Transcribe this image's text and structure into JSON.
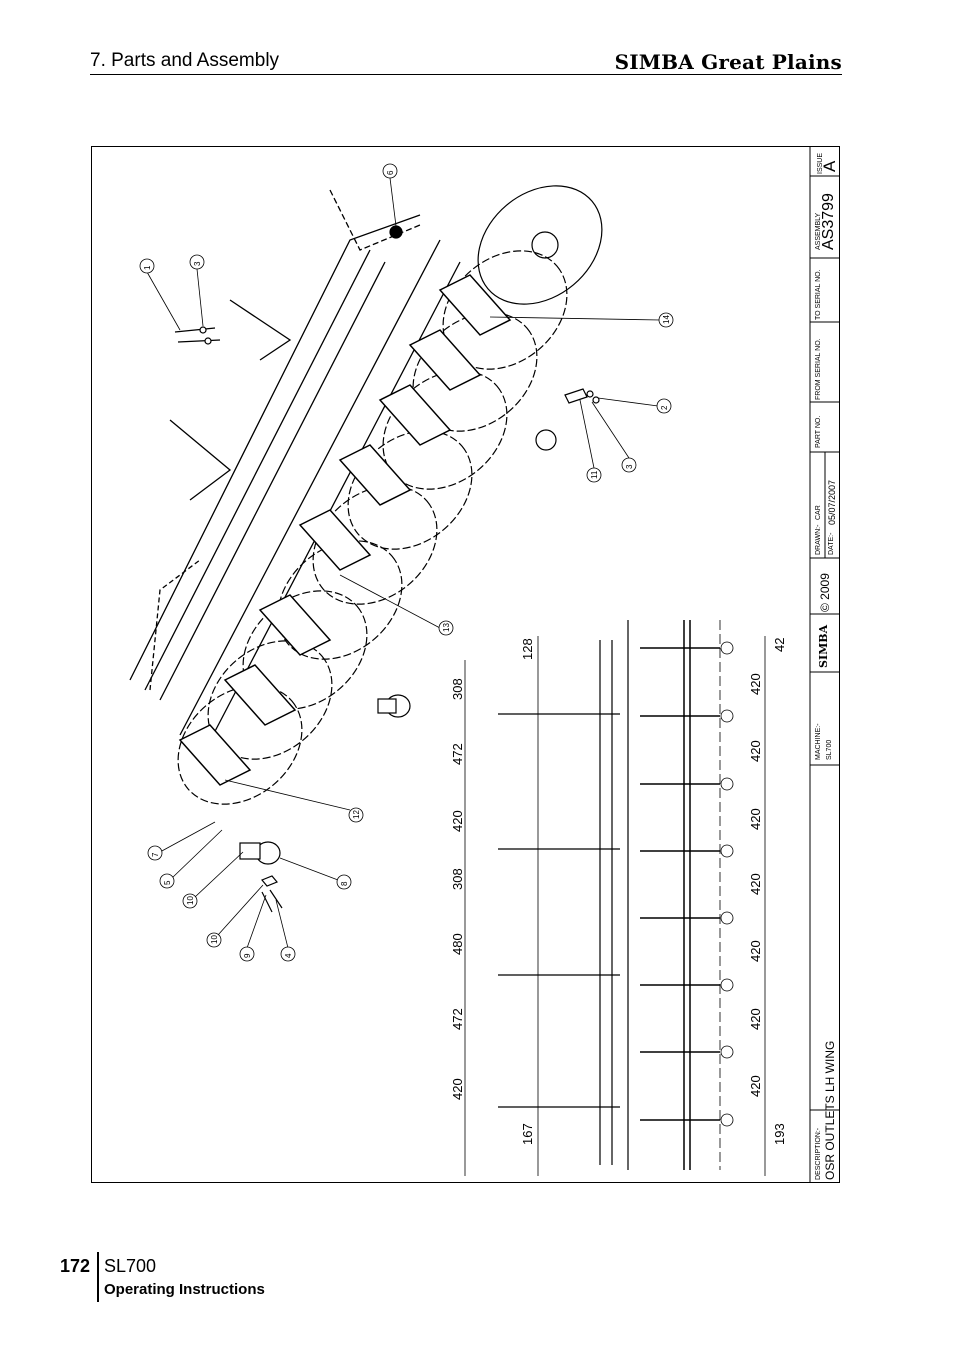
{
  "header": {
    "section": "7. Parts and Assembly",
    "brand": "SIMBA Great Plains"
  },
  "title_block": {
    "issue_label": "ISSUE",
    "issue": "A",
    "assembly_label": "ASSEMBLY",
    "assembly": "AS3799",
    "to_serial_label": "TO SERIAL NO.",
    "from_serial_label": "FROM SERIAL NO.",
    "part_no_label": "PART NO.",
    "drawn_label": "DRAWN:-",
    "drawn": "CAR",
    "date_label": "DATE:-",
    "date": "05/07/2007",
    "copyright": "© 2009",
    "logo_text": "SIMBA",
    "machine_label": "MACHINE:-",
    "machine": "SL700",
    "description_label": "DESCRIPTION:-",
    "description": "OSR OUTLETS LH WING"
  },
  "balloons": [
    "1",
    "2",
    "3",
    "3",
    "4",
    "5",
    "6",
    "7",
    "8",
    "9",
    "10",
    "10",
    "11",
    "12",
    "13",
    "14"
  ],
  "dimensions": {
    "top": [
      "128",
      "308",
      "472",
      "420",
      "308",
      "480",
      "472",
      "420",
      "167"
    ],
    "bottom": [
      "42",
      "420",
      "420",
      "420",
      "420",
      "420",
      "420",
      "420",
      "193"
    ]
  },
  "footer": {
    "page": "172",
    "model": "SL700",
    "subtitle": "Operating Instructions"
  }
}
